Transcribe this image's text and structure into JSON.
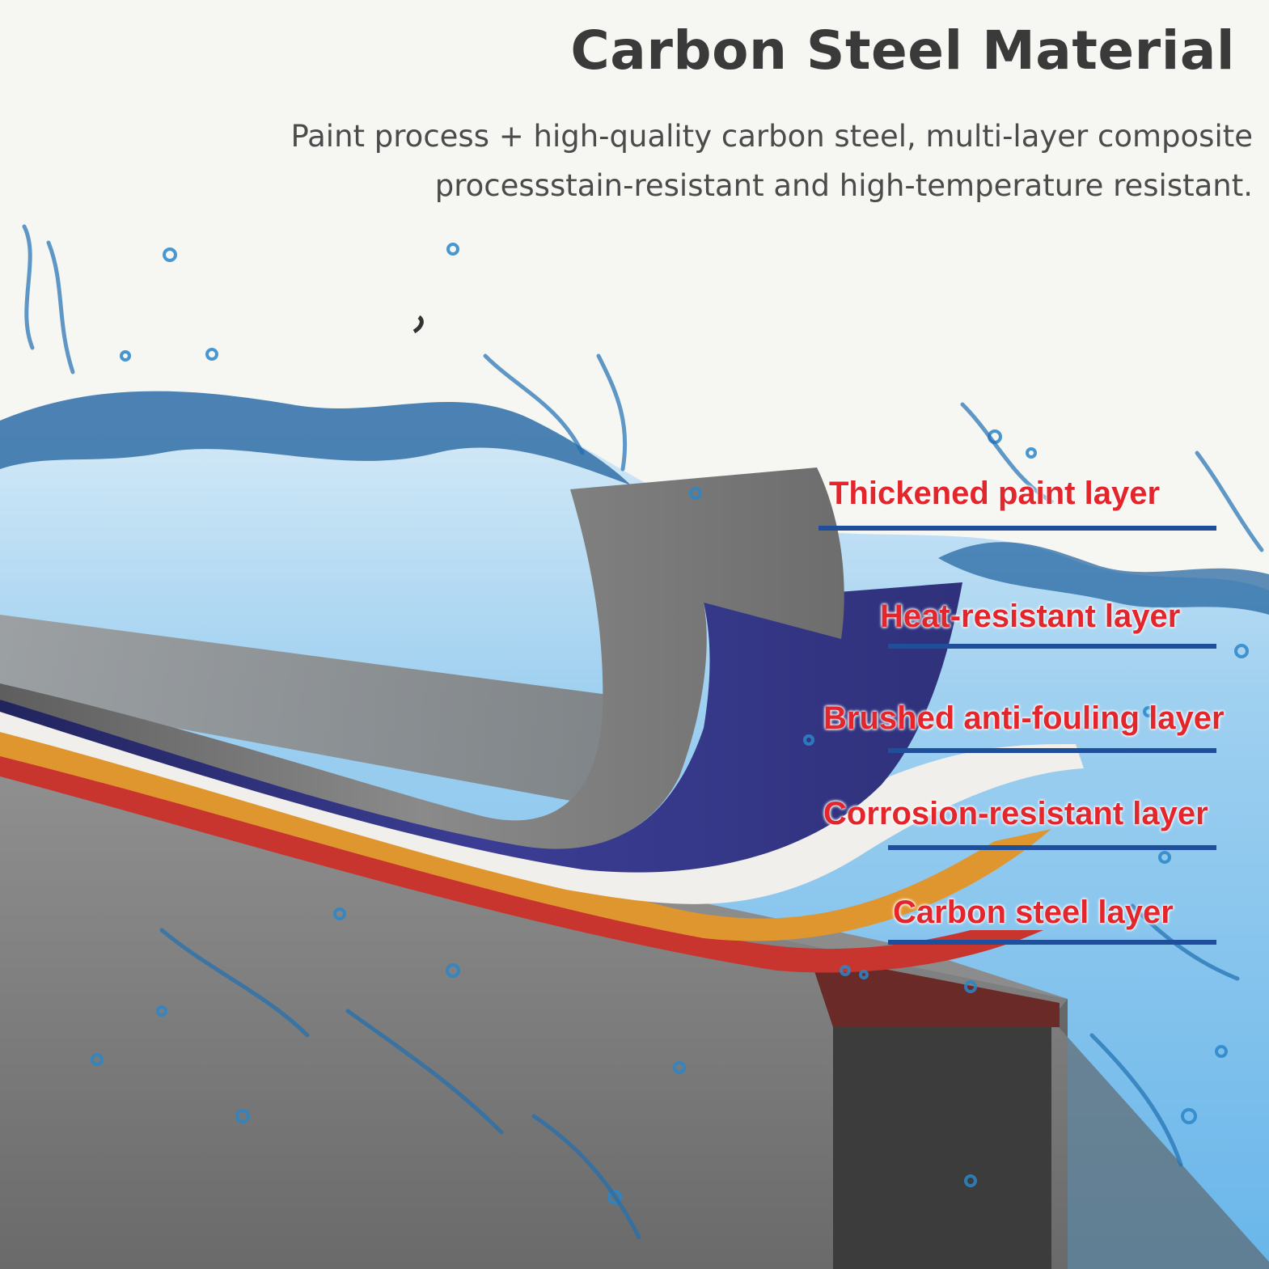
{
  "header": {
    "title": "Carbon Steel Material",
    "subtitle_line1": "Paint process + high-quality carbon steel, multi-layer composite",
    "subtitle_line2": "processstain-resistant and high-temperature resistant."
  },
  "layers": [
    {
      "label": "Thickened paint layer",
      "color": "#707070"
    },
    {
      "label": "Heat-resistant layer",
      "color": "#3a3c8c"
    },
    {
      "label": "Brushed anti-fouling layer",
      "color": "#f0efeb"
    },
    {
      "label": "Corrosion-resistant layer",
      "color": "#e0962f"
    },
    {
      "label": "Carbon steel layer",
      "color": "#c8352e"
    }
  ],
  "colors": {
    "label_text": "#e3262b",
    "label_line": "#1f4f9a",
    "title_text": "#3a3a3a",
    "water": "#2a86c9"
  }
}
